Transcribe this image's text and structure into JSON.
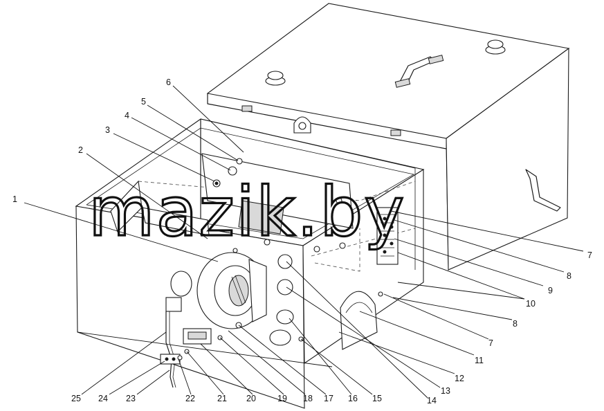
{
  "watermark": "mazik.by",
  "callouts": [
    {
      "id": "c1",
      "label": "1"
    },
    {
      "id": "c2",
      "label": "2"
    },
    {
      "id": "c3",
      "label": "3"
    },
    {
      "id": "c4",
      "label": "4"
    },
    {
      "id": "c5",
      "label": "5"
    },
    {
      "id": "c6",
      "label": "6"
    },
    {
      "id": "c7a",
      "label": "7"
    },
    {
      "id": "c8a",
      "label": "8"
    },
    {
      "id": "c9",
      "label": "9"
    },
    {
      "id": "c10",
      "label": "10"
    },
    {
      "id": "c8b",
      "label": "8"
    },
    {
      "id": "c7b",
      "label": "7"
    },
    {
      "id": "c11",
      "label": "11"
    },
    {
      "id": "c12",
      "label": "12"
    },
    {
      "id": "c13",
      "label": "13"
    },
    {
      "id": "c14",
      "label": "14"
    },
    {
      "id": "c15",
      "label": "15"
    },
    {
      "id": "c16",
      "label": "16"
    },
    {
      "id": "c17",
      "label": "17"
    },
    {
      "id": "c18",
      "label": "18"
    },
    {
      "id": "c19",
      "label": "19"
    },
    {
      "id": "c20",
      "label": "20"
    },
    {
      "id": "c21",
      "label": "21"
    },
    {
      "id": "c22",
      "label": "22"
    },
    {
      "id": "c23",
      "label": "23"
    },
    {
      "id": "c24",
      "label": "24"
    },
    {
      "id": "c25",
      "label": "25"
    }
  ],
  "colors": {
    "line": "#1a1a1a",
    "background": "#ffffff"
  }
}
